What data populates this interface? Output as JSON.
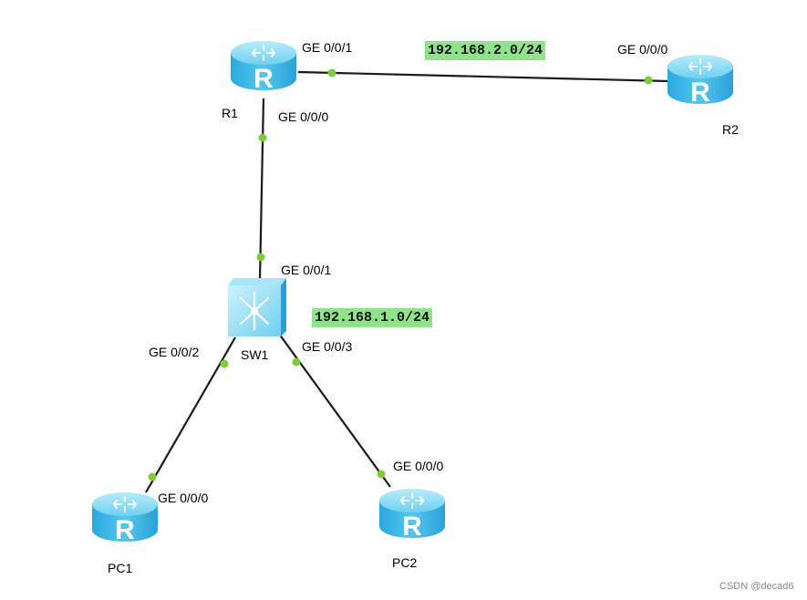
{
  "nodes": {
    "r1": {
      "name": "R1",
      "type": "router"
    },
    "r2": {
      "name": "R2",
      "type": "router"
    },
    "sw1": {
      "name": "SW1",
      "type": "switch"
    },
    "pc1": {
      "name": "PC1",
      "type": "router"
    },
    "pc2": {
      "name": "PC2",
      "type": "router"
    }
  },
  "interfaces": {
    "r1_ge001": "GE 0/0/1",
    "r1_ge000": "GE 0/0/0",
    "r2_ge000": "GE 0/0/0",
    "sw1_ge001": "GE 0/0/1",
    "sw1_ge002": "GE 0/0/2",
    "sw1_ge003": "GE 0/0/3",
    "pc1_ge000": "GE 0/0/0",
    "pc2_ge000": "GE 0/0/0"
  },
  "subnets": {
    "r1_r2": "192.168.2.0/24",
    "lan": "192.168.1.0/24"
  },
  "router_glyph": "R",
  "icon_names": {
    "router": "router-icon",
    "switch": "switch-icon"
  },
  "colors": {
    "link": "#1a1a1a",
    "port_dot": "#7dcc3c",
    "device": "#3fb6e4",
    "subnet_bg": "#8fe38a"
  },
  "watermark": "CSDN @decad6"
}
